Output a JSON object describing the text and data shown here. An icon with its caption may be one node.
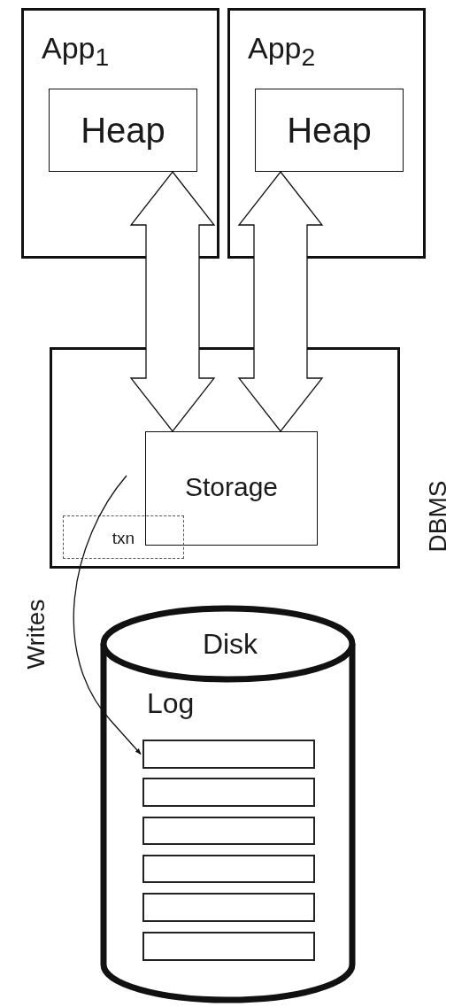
{
  "diagram": {
    "nodes": [
      {
        "text": [
          "App$_{1}$"
        ]
      },
      {
        "text": [
          "Heap"
        ],
        "in": 0
      },
      {
        "text": [
          "App$_{2}$"
        ]
      },
      {
        "text": [
          "Heap"
        ],
        "in": 2
      },
      {
        "text": [
          "DBMS"
        ]
      },
      {
        "text": [
          "Storage"
        ],
        "in": 4
      },
      {
        "text": [
          "txn"
        ],
        "in": 4
      },
      {
        "text": [
          "Disk",
          "Log"
        ]
      },
      {
        "text": [],
        "shape": "box",
        "in": 7
      },
      {
        "text": [],
        "shape": "box",
        "in": 7
      },
      {
        "text": [],
        "shape": "box",
        "in": 7
      },
      {
        "text": [],
        "shape": "box",
        "in": 7
      },
      {
        "text": [],
        "shape": "box",
        "in": 7
      },
      {
        "text": [],
        "shape": "box",
        "in": 7
      }
    ],
    "edges": [
      {
        "from": 1,
        "to": 5,
        "arrow": "both",
        "style": "thick"
      },
      {
        "from": 3,
        "to": 5,
        "arrow": "both",
        "style": "thick"
      },
      {
        "from": null,
        "to": 8,
        "arrow": "to",
        "label": "Writes"
      }
    ]
  }
}
